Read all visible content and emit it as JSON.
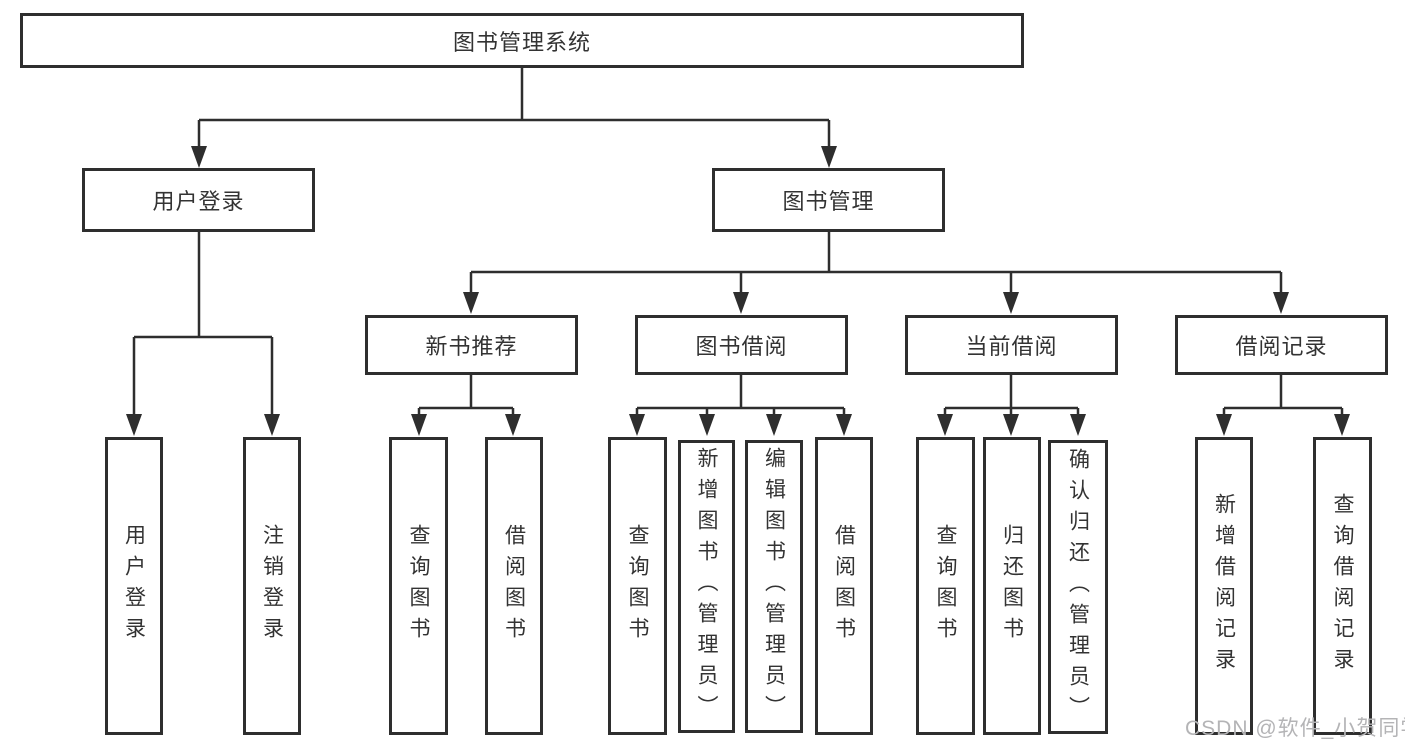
{
  "colors": {
    "line": "#2e2e2e",
    "box_border": "#2e2e2e",
    "text": "#333333",
    "watermark": "#b4b4b6",
    "background": "#ffffff"
  },
  "diagram": {
    "type": "tree",
    "root": {
      "label": "图书管理系统"
    },
    "branches": [
      {
        "label": "用户登录",
        "children": [
          {
            "label": "用户登录"
          },
          {
            "label": "注销登录"
          }
        ]
      },
      {
        "label": "图书管理",
        "children": [
          {
            "label": "新书推荐",
            "children": [
              {
                "label": "查询图书"
              },
              {
                "label": "借阅图书"
              }
            ]
          },
          {
            "label": "图书借阅",
            "children": [
              {
                "label": "查询图书"
              },
              {
                "label": "新增图书（管理员）"
              },
              {
                "label": "编辑图书（管理员）"
              },
              {
                "label": "借阅图书"
              }
            ]
          },
          {
            "label": "当前借阅",
            "children": [
              {
                "label": "查询图书"
              },
              {
                "label": "归还图书"
              },
              {
                "label": "确认归还（管理员）"
              }
            ]
          },
          {
            "label": "借阅记录",
            "children": [
              {
                "label": "新增借阅记录"
              },
              {
                "label": "查询借阅记录"
              }
            ]
          }
        ]
      }
    ]
  },
  "watermark": "CSDN @软件_小贺同学"
}
